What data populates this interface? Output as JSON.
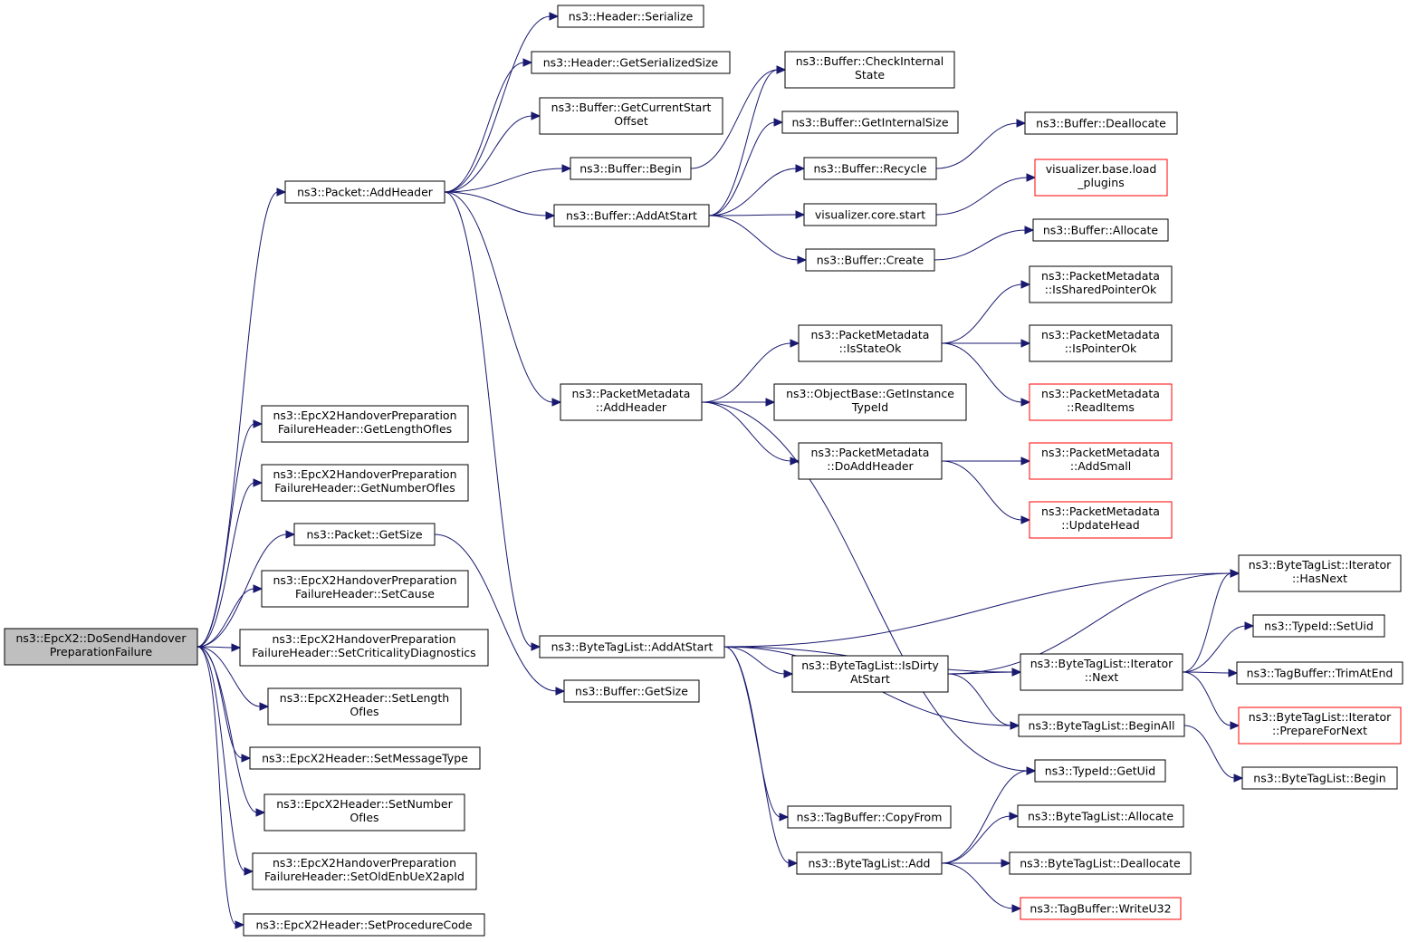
{
  "colors": {
    "edge": "#191970",
    "node_border": "#000000",
    "node_border_external": "#ff0000",
    "root_fill": "#bfbfbf",
    "node_fill": "#ffffff"
  },
  "nodes": {
    "root": [
      "ns3::EpcX2::DoSendHandover",
      "PreparationFailure"
    ],
    "packet_addheader": [
      "ns3::Packet::AddHeader"
    ],
    "getlengthofies": [
      "ns3::EpcX2HandoverPreparation",
      "FailureHeader::GetLengthOfIes"
    ],
    "getnumberofies": [
      "ns3::EpcX2HandoverPreparation",
      "FailureHeader::GetNumberOfIes"
    ],
    "packet_getsize": [
      "ns3::Packet::GetSize"
    ],
    "setcause": [
      "ns3::EpcX2HandoverPreparation",
      "FailureHeader::SetCause"
    ],
    "setcriticality": [
      "ns3::EpcX2HandoverPreparation",
      "FailureHeader::SetCriticalityDiagnostics"
    ],
    "setlength": [
      "ns3::EpcX2Header::SetLength",
      "OfIes"
    ],
    "setmessagetype": [
      "ns3::EpcX2Header::SetMessageType"
    ],
    "setnumber": [
      "ns3::EpcX2Header::SetNumber",
      "OfIes"
    ],
    "setoldenb": [
      "ns3::EpcX2HandoverPreparation",
      "FailureHeader::SetOldEnbUeX2apId"
    ],
    "setprocedure": [
      "ns3::EpcX2Header::SetProcedureCode"
    ],
    "header_serialize": [
      "ns3::Header::Serialize"
    ],
    "header_getsersize": [
      "ns3::Header::GetSerializedSize"
    ],
    "buffer_getcurrentstart": [
      "ns3::Buffer::GetCurrentStart",
      "Offset"
    ],
    "buffer_begin": [
      "ns3::Buffer::Begin"
    ],
    "buffer_addatstart": [
      "ns3::Buffer::AddAtStart"
    ],
    "pm_addheader": [
      "ns3::PacketMetadata",
      "::AddHeader"
    ],
    "btl_addatstart": [
      "ns3::ByteTagList::AddAtStart"
    ],
    "buffer_getsize": [
      "ns3::Buffer::GetSize"
    ],
    "buffer_checkinternal": [
      "ns3::Buffer::CheckInternal",
      "State"
    ],
    "buffer_getinternalsize": [
      "ns3::Buffer::GetInternalSize"
    ],
    "buffer_recycle": [
      "ns3::Buffer::Recycle"
    ],
    "vis_core_start": [
      "visualizer.core.start"
    ],
    "buffer_create": [
      "ns3::Buffer::Create"
    ],
    "buffer_deallocate": [
      "ns3::Buffer::Deallocate"
    ],
    "vis_load_plugins": [
      "visualizer.base.load",
      "_plugins"
    ],
    "buffer_allocate": [
      "ns3::Buffer::Allocate"
    ],
    "pm_isstateok": [
      "ns3::PacketMetadata",
      "::IsStateOk"
    ],
    "objbase_getinstance": [
      "ns3::ObjectBase::GetInstance",
      "TypeId"
    ],
    "pm_doaddheader": [
      "ns3::PacketMetadata",
      "::DoAddHeader"
    ],
    "pm_issharedpointerok": [
      "ns3::PacketMetadata",
      "::IsSharedPointerOk"
    ],
    "pm_ispointerok": [
      "ns3::PacketMetadata",
      "::IsPointerOk"
    ],
    "pm_readitems": [
      "ns3::PacketMetadata",
      "::ReadItems"
    ],
    "pm_addsmall": [
      "ns3::PacketMetadata",
      "::AddSmall"
    ],
    "pm_updatehead": [
      "ns3::PacketMetadata",
      "::UpdateHead"
    ],
    "btl_isdirty": [
      "ns3::ByteTagList::IsDirty",
      "AtStart"
    ],
    "tagbuffer_copyfrom": [
      "ns3::TagBuffer::CopyFrom"
    ],
    "btl_add": [
      "ns3::ByteTagList::Add"
    ],
    "btl_it_hasnext": [
      "ns3::ByteTagList::Iterator",
      "::HasNext"
    ],
    "btl_it_next": [
      "ns3::ByteTagList::Iterator",
      "::Next"
    ],
    "btl_beginall": [
      "ns3::ByteTagList::BeginAll"
    ],
    "typeid_getuid": [
      "ns3::TypeId::GetUid"
    ],
    "btl_allocate": [
      "ns3::ByteTagList::Allocate"
    ],
    "btl_deallocate": [
      "ns3::ByteTagList::Deallocate"
    ],
    "tagbuffer_writeu32": [
      "ns3::TagBuffer::WriteU32"
    ],
    "typeid_setuid": [
      "ns3::TypeId::SetUid"
    ],
    "tagbuffer_trimatend": [
      "ns3::TagBuffer::TrimAtEnd"
    ],
    "btl_it_prepare": [
      "ns3::ByteTagList::Iterator",
      "::PrepareForNext"
    ],
    "btl_begin": [
      "ns3::ByteTagList::Begin"
    ]
  },
  "external_nodes": [
    "vis_load_plugins",
    "pm_readitems",
    "pm_addsmall",
    "pm_updatehead",
    "btl_it_prepare",
    "tagbuffer_writeu32"
  ],
  "edges": [
    [
      "root",
      "packet_addheader"
    ],
    [
      "root",
      "getlengthofies"
    ],
    [
      "root",
      "getnumberofies"
    ],
    [
      "root",
      "packet_getsize"
    ],
    [
      "root",
      "setcause"
    ],
    [
      "root",
      "setcriticality"
    ],
    [
      "root",
      "setlength"
    ],
    [
      "root",
      "setmessagetype"
    ],
    [
      "root",
      "setnumber"
    ],
    [
      "root",
      "setoldenb"
    ],
    [
      "root",
      "setprocedure"
    ],
    [
      "packet_addheader",
      "header_serialize"
    ],
    [
      "packet_addheader",
      "header_getsersize"
    ],
    [
      "packet_addheader",
      "buffer_getcurrentstart"
    ],
    [
      "packet_addheader",
      "buffer_begin"
    ],
    [
      "packet_addheader",
      "buffer_addatstart"
    ],
    [
      "packet_addheader",
      "pm_addheader"
    ],
    [
      "packet_addheader",
      "btl_addatstart"
    ],
    [
      "packet_getsize",
      "buffer_getsize"
    ],
    [
      "buffer_begin",
      "buffer_checkinternal"
    ],
    [
      "buffer_addatstart",
      "buffer_checkinternal"
    ],
    [
      "buffer_addatstart",
      "buffer_getinternalsize"
    ],
    [
      "buffer_addatstart",
      "buffer_recycle"
    ],
    [
      "buffer_addatstart",
      "vis_core_start"
    ],
    [
      "buffer_addatstart",
      "buffer_create"
    ],
    [
      "buffer_recycle",
      "buffer_deallocate"
    ],
    [
      "vis_core_start",
      "vis_load_plugins"
    ],
    [
      "buffer_create",
      "buffer_allocate"
    ],
    [
      "pm_addheader",
      "pm_isstateok"
    ],
    [
      "pm_addheader",
      "objbase_getinstance"
    ],
    [
      "pm_addheader",
      "pm_doaddheader"
    ],
    [
      "pm_addheader",
      "typeid_getuid"
    ],
    [
      "pm_isstateok",
      "pm_issharedpointerok"
    ],
    [
      "pm_isstateok",
      "pm_ispointerok"
    ],
    [
      "pm_isstateok",
      "pm_readitems"
    ],
    [
      "pm_doaddheader",
      "pm_addsmall"
    ],
    [
      "pm_doaddheader",
      "pm_updatehead"
    ],
    [
      "btl_addatstart",
      "btl_it_hasnext"
    ],
    [
      "btl_addatstart",
      "btl_isdirty"
    ],
    [
      "btl_addatstart",
      "btl_it_next"
    ],
    [
      "btl_addatstart",
      "btl_beginall"
    ],
    [
      "btl_addatstart",
      "tagbuffer_copyfrom"
    ],
    [
      "btl_addatstart",
      "btl_add"
    ],
    [
      "btl_isdirty",
      "btl_it_hasnext"
    ],
    [
      "btl_isdirty",
      "btl_it_next"
    ],
    [
      "btl_isdirty",
      "btl_beginall"
    ],
    [
      "btl_it_next",
      "btl_it_hasnext"
    ],
    [
      "btl_it_next",
      "typeid_setuid"
    ],
    [
      "btl_it_next",
      "tagbuffer_trimatend"
    ],
    [
      "btl_it_next",
      "btl_it_prepare"
    ],
    [
      "btl_beginall",
      "btl_begin"
    ],
    [
      "btl_add",
      "typeid_getuid"
    ],
    [
      "btl_add",
      "btl_allocate"
    ],
    [
      "btl_add",
      "btl_deallocate"
    ],
    [
      "btl_add",
      "tagbuffer_writeu32"
    ]
  ]
}
